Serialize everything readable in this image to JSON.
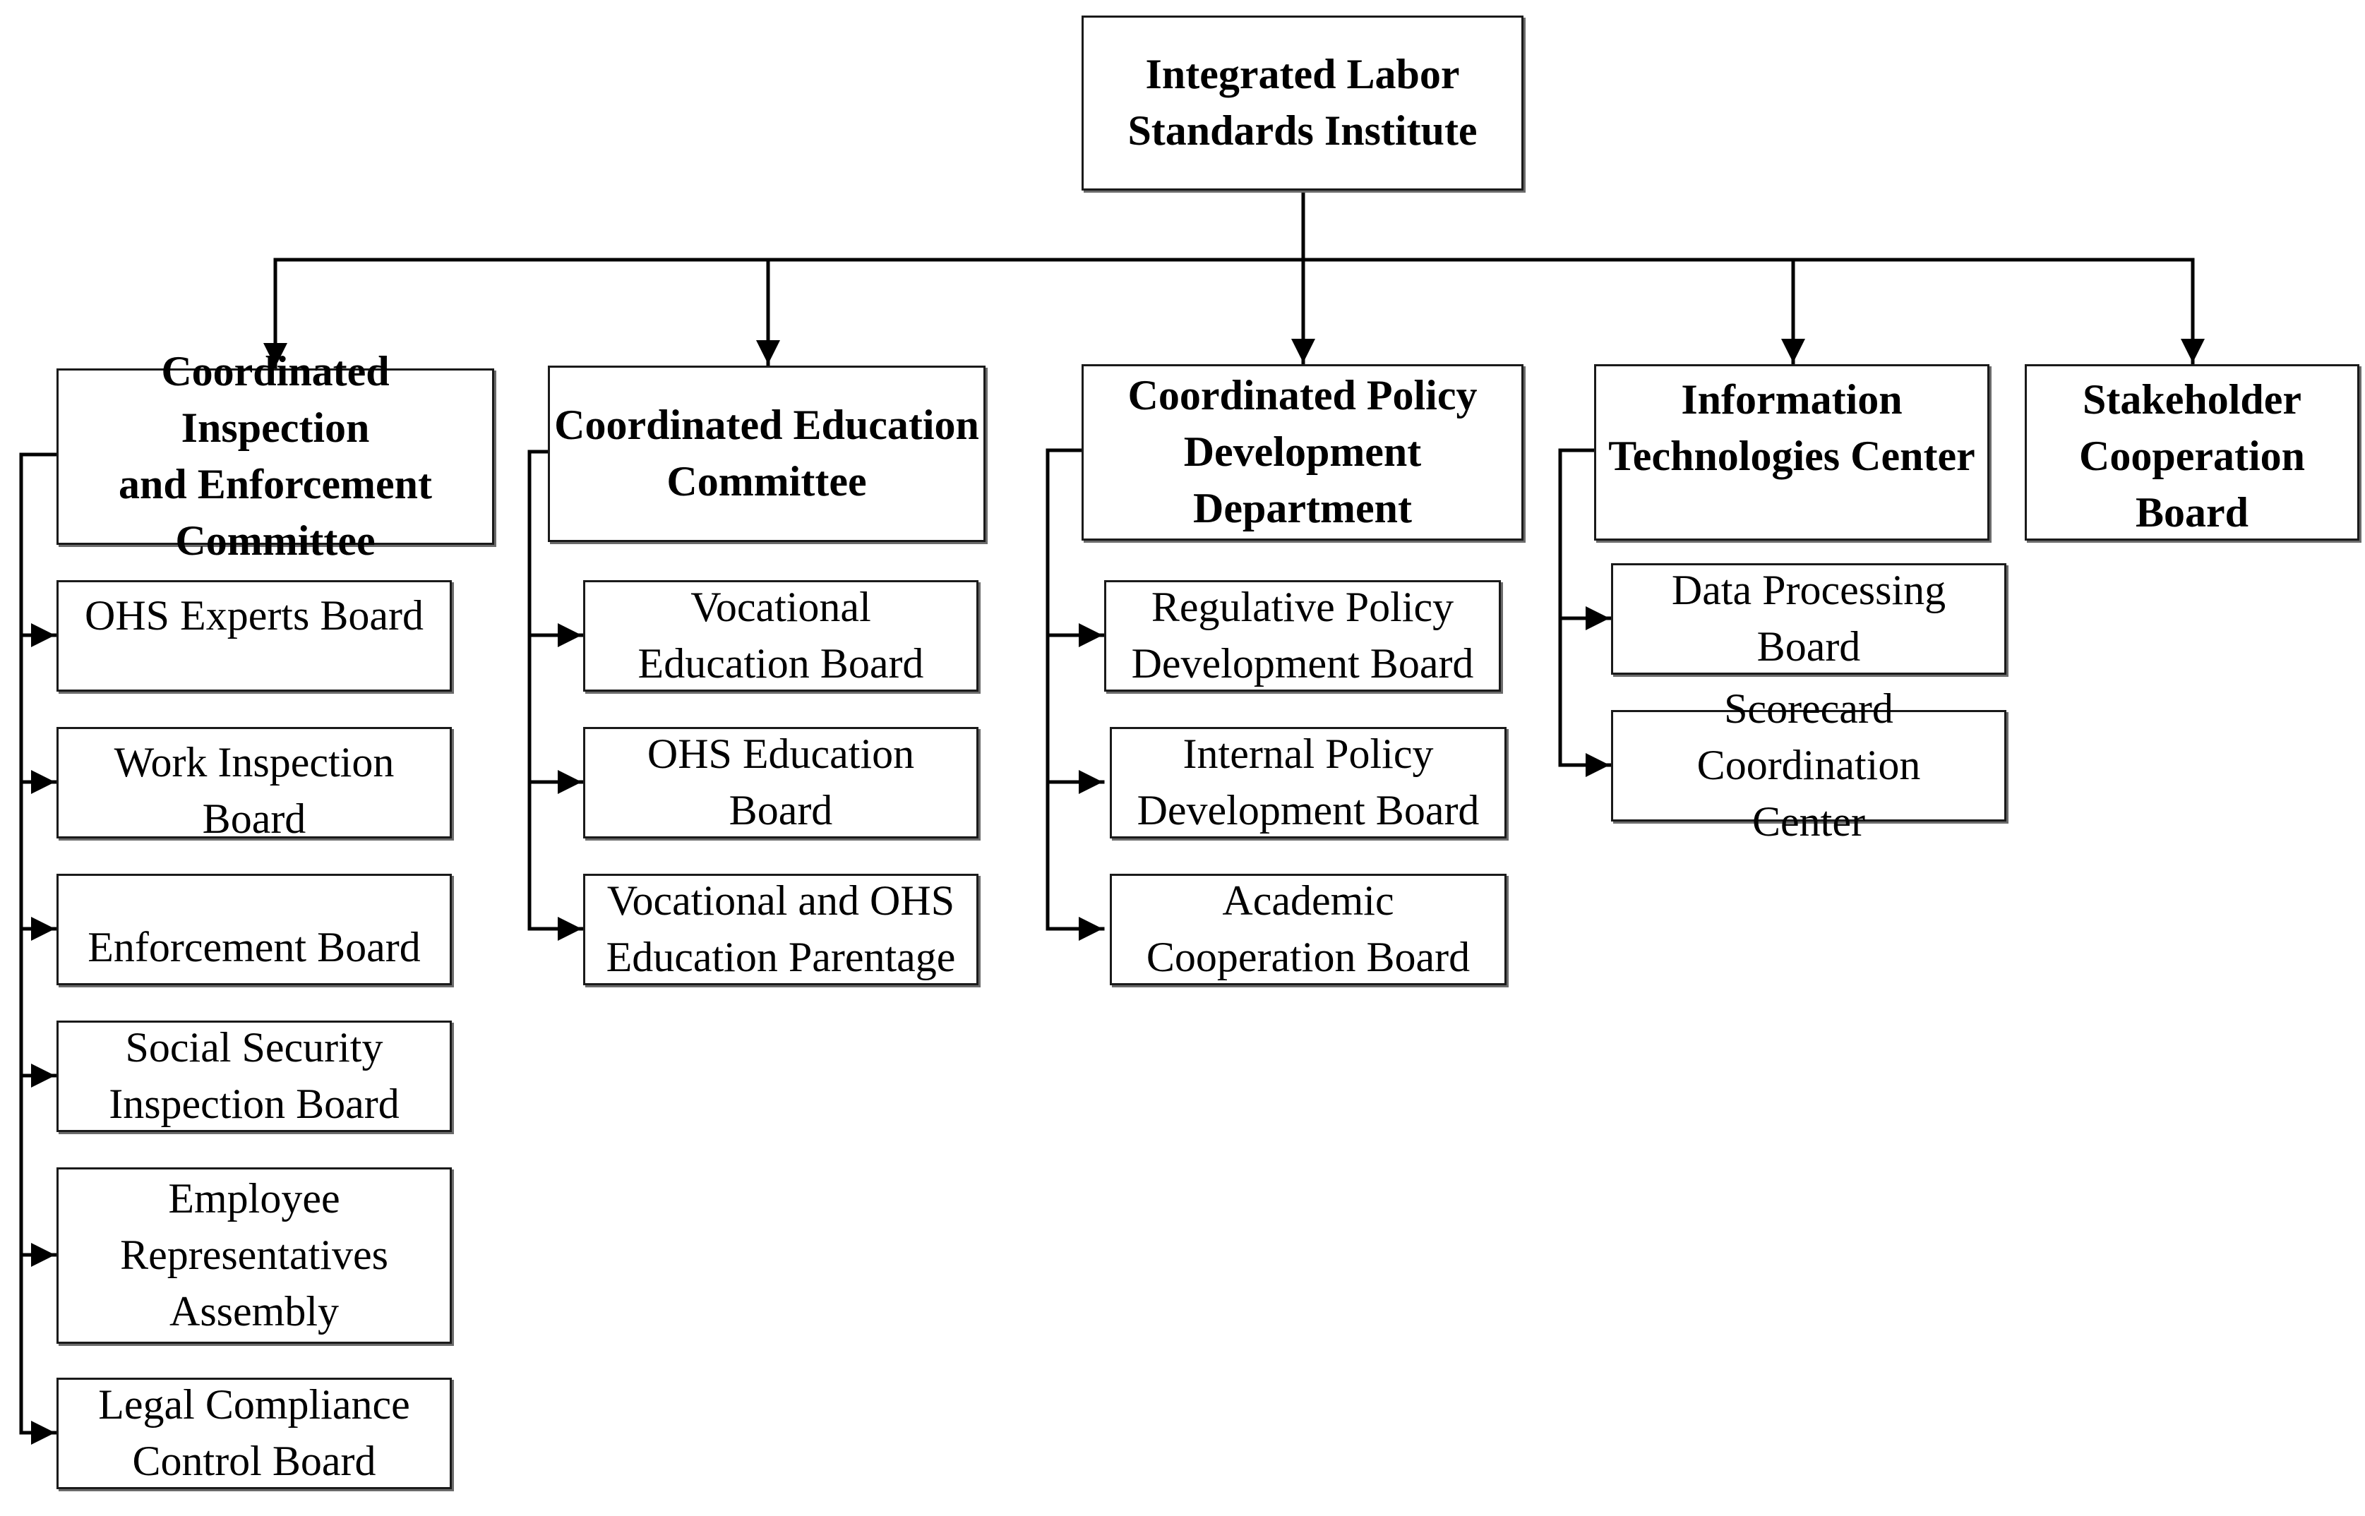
{
  "root": {
    "label": "Integrated Labor\nStandards Institute"
  },
  "departments": [
    {
      "label": "Coordinated Inspection\nand Enforcement\nCommittee",
      "children": [
        "OHS Experts Board",
        "Work Inspection Board",
        "Enforcement Board",
        "Social Security\nInspection Board",
        "Employee\nRepresentatives\nAssembly",
        "Legal Compliance\nControl Board"
      ]
    },
    {
      "label": "Coordinated Education\nCommittee",
      "children": [
        "Vocational\nEducation Board",
        "OHS Education\nBoard",
        "Vocational and OHS\nEducation Parentage"
      ]
    },
    {
      "label": "Coordinated Policy\nDevelopment\nDepartment",
      "children": [
        "Regulative Policy\nDevelopment Board",
        "Internal Policy\nDevelopment Board",
        "Academic\nCooperation Board"
      ]
    },
    {
      "label": "Information\nTechnologies Center",
      "children": [
        "Data Processing\nBoard",
        "Scorecard Coordination\nCenter"
      ]
    },
    {
      "label": "Stakeholder\nCooperation Board",
      "children": []
    }
  ]
}
